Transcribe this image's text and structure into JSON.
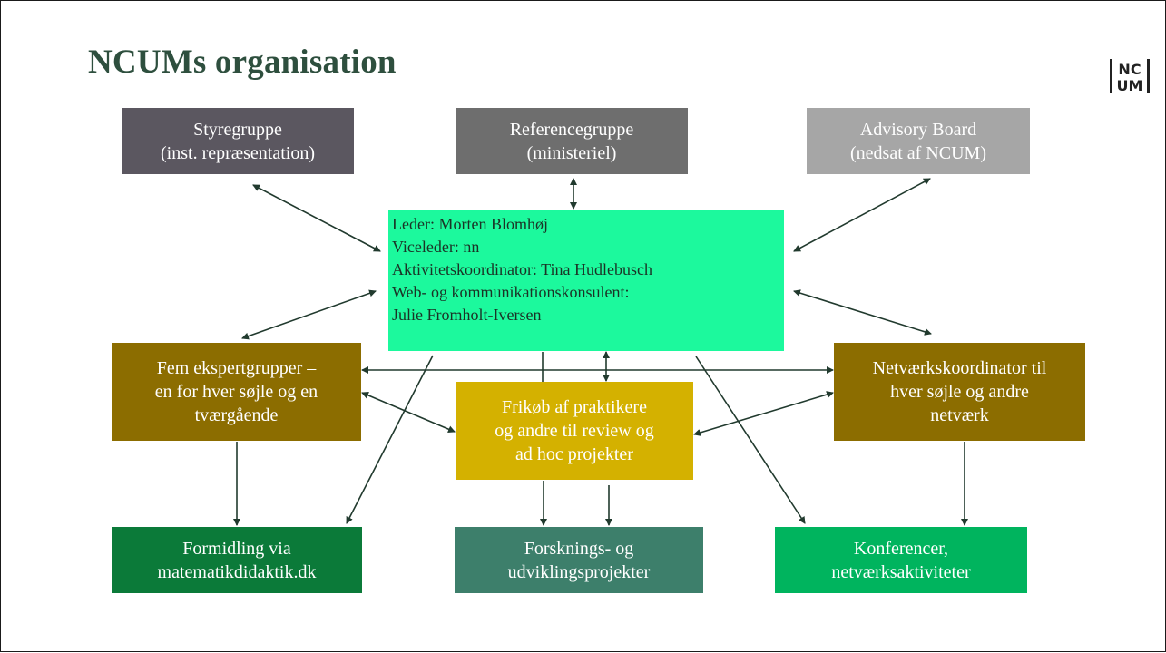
{
  "title": "NCUMs organisation",
  "logo": {
    "line1": "NC",
    "line2": "UM"
  },
  "colors": {
    "title": "#2e4f3e",
    "styregruppe": "#5b5760",
    "referencegruppe": "#6e6e6e",
    "advisory": "#a6a6a6",
    "leader": "#1cf99d",
    "expert": "#8c6d00",
    "frikob": "#d4b100",
    "formidling": "#0b7a39",
    "forskning": "#3d7f6b",
    "konferencer": "#00b45e",
    "arrow": "#213a2e"
  },
  "boxes": {
    "styregruppe": [
      "Styregruppe",
      "(inst. repræsentation)"
    ],
    "referencegruppe": [
      "Referencegruppe",
      "(ministeriel)"
    ],
    "advisory": [
      "Advisory Board",
      "(nedsat af NCUM)"
    ],
    "expert": [
      "Fem ekspertgrupper –",
      "en for hver søjle og en",
      "tværgående"
    ],
    "network": [
      "Netværkskoordinator til",
      "hver søjle og andre",
      "netværk"
    ],
    "frikob": [
      "Frikøb af praktikere",
      "og andre til review og",
      "ad hoc projekter"
    ],
    "formidling": [
      "Formidling via",
      "matematikdidaktik.dk"
    ],
    "forskning": [
      "Forsknings- og",
      "udviklingsprojekter"
    ],
    "konferencer": [
      "Konferencer,",
      "netværksaktiviteter"
    ]
  },
  "leader_lines": [
    "Leder: Morten Blomhøj",
    "Viceleder: nn",
    "Aktivitetskoordinator: Tina Hudlebusch",
    "Web- og kommunikationskonsulent:",
    "Julie Fromholt-Iversen"
  ]
}
